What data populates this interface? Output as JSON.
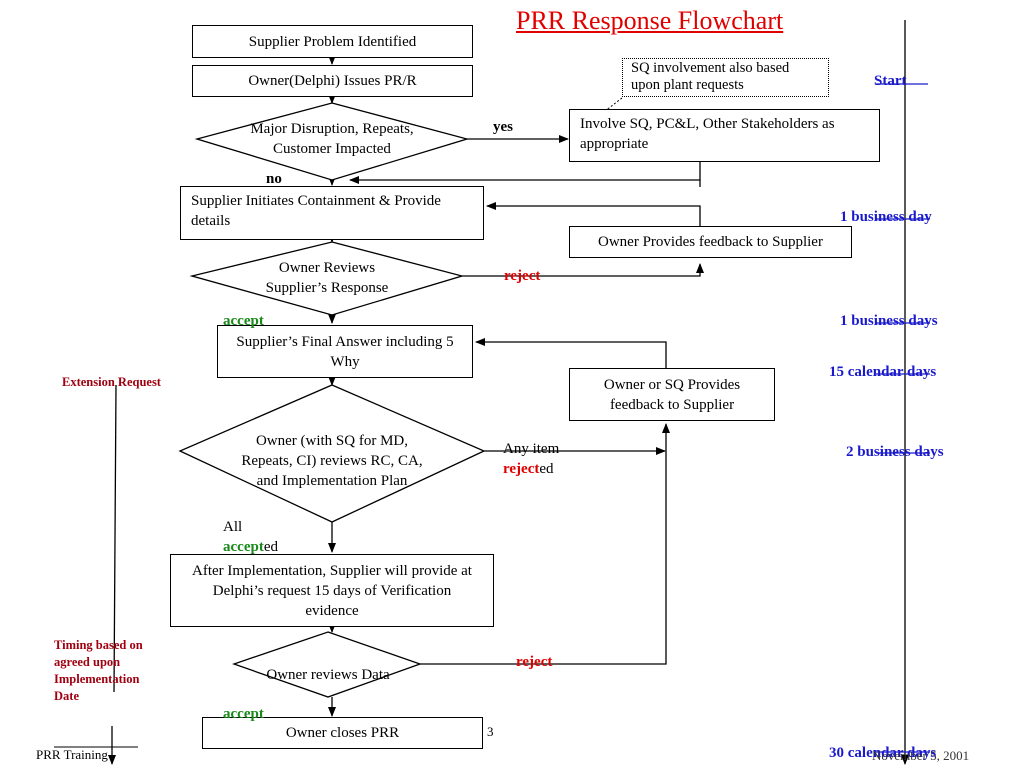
{
  "title": "PRR Response Flowchart",
  "nodes": {
    "supplier_problem": "Supplier Problem  Identified",
    "owner_issues": "Owner(Delphi) Issues PR/R",
    "major_disruption": "Major Disruption, Repeats, Customer Impacted",
    "involve_sq": "Involve SQ, PC&L, Other Stakeholders as appropriate",
    "supplier_containment": "Supplier Initiates Containment & Provide details",
    "owner_feedback": "Owner Provides feedback to Supplier",
    "owner_reviews_response": "Owner Reviews Supplier’s Response",
    "final_answer": "Supplier’s Final Answer including 5 Why",
    "owner_sq_feedback": "Owner or SQ Provides feedback to Supplier",
    "owner_reviews_rc": "Owner (with SQ for MD, Repeats, CI) reviews RC, CA, and Implementation Plan",
    "after_implementation": "After Implementation, Supplier will provide at Delphi’s request 15 days of Verification evidence",
    "owner_reviews_data": "Owner reviews Data",
    "owner_closes": "Owner closes PRR"
  },
  "note": "SQ involvement also based upon plant requests",
  "edge_labels": {
    "yes": "yes",
    "no": "no",
    "reject1": "reject",
    "accept1": "accept",
    "any_item": "Any item",
    "reject_word": "reject",
    "ed_suffix": "ed",
    "all": "All",
    "accept_word": "accept",
    "reject3": "reject",
    "accept3": "accept"
  },
  "timeline": {
    "start": "Start",
    "t1": "1 business day",
    "t2": "1 business days",
    "t3": "15 calendar days",
    "t4": "2 business days",
    "t5": "30 calendar days"
  },
  "side_notes": {
    "extension": "Extension Request",
    "timing": "Timing based on agreed upon Implementation Date"
  },
  "footer": {
    "left": "PRR Training",
    "page": "3",
    "date": "November 5, 2001"
  },
  "colors": {
    "title": "#e00000",
    "reject": "#e00000",
    "accept": "#1a8a1a",
    "timeline": "#1a1acc",
    "side_note": "#a00010"
  }
}
